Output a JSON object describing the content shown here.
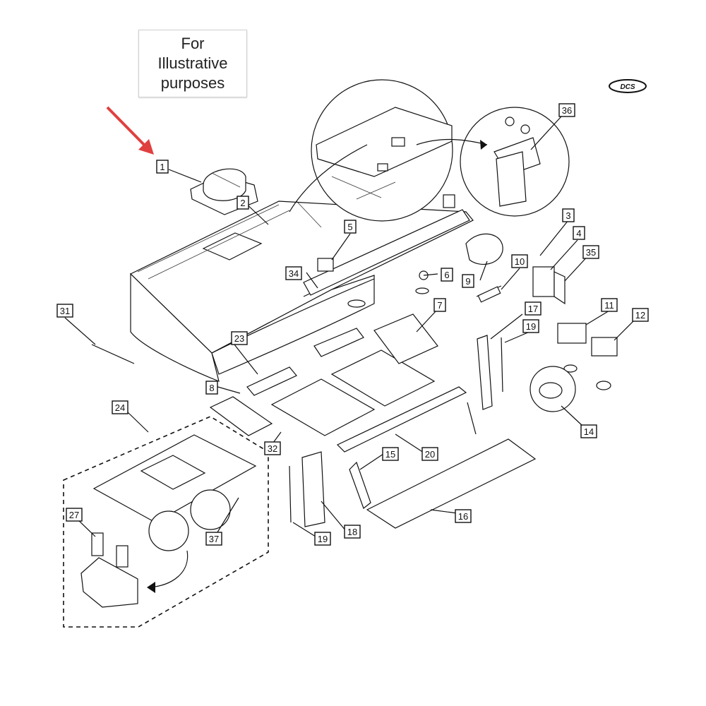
{
  "note": {
    "line1": "For",
    "line2": "Illustrative",
    "line3": "purposes"
  },
  "logo": {
    "text": "DCS"
  },
  "callouts": [
    {
      "id": "c1",
      "label": "1"
    },
    {
      "id": "c2",
      "label": "2"
    },
    {
      "id": "c3",
      "label": "3"
    },
    {
      "id": "c4",
      "label": "4"
    },
    {
      "id": "c5",
      "label": "5"
    },
    {
      "id": "c6",
      "label": "6"
    },
    {
      "id": "c7",
      "label": "7"
    },
    {
      "id": "c8",
      "label": "8"
    },
    {
      "id": "c9",
      "label": "9"
    },
    {
      "id": "c10",
      "label": "10"
    },
    {
      "id": "c11",
      "label": "11"
    },
    {
      "id": "c12",
      "label": "12"
    },
    {
      "id": "c14",
      "label": "14"
    },
    {
      "id": "c15",
      "label": "15"
    },
    {
      "id": "c16",
      "label": "16"
    },
    {
      "id": "c17",
      "label": "17"
    },
    {
      "id": "c18",
      "label": "18"
    },
    {
      "id": "c19a",
      "label": "19"
    },
    {
      "id": "c19b",
      "label": "19"
    },
    {
      "id": "c20",
      "label": "20"
    },
    {
      "id": "c23",
      "label": "23"
    },
    {
      "id": "c24",
      "label": "24"
    },
    {
      "id": "c27",
      "label": "27"
    },
    {
      "id": "c31",
      "label": "31"
    },
    {
      "id": "c32",
      "label": "32"
    },
    {
      "id": "c34",
      "label": "34"
    },
    {
      "id": "c35",
      "label": "35"
    },
    {
      "id": "c36",
      "label": "36"
    },
    {
      "id": "c37",
      "label": "37"
    }
  ],
  "colors": {
    "arrow": "#e04040",
    "line": "#111111"
  }
}
